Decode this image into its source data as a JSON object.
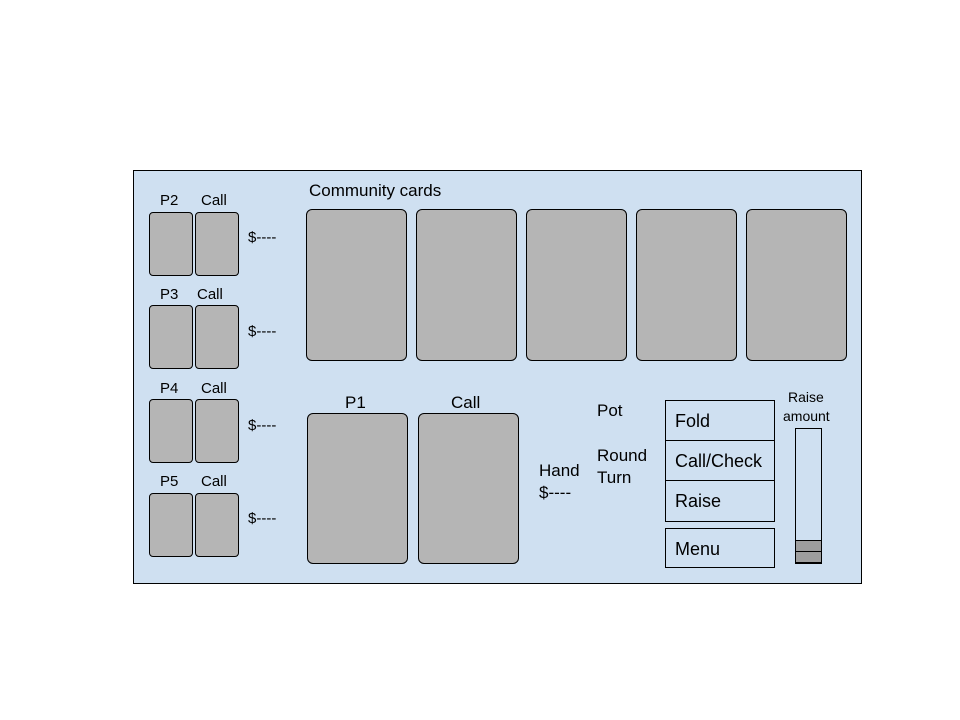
{
  "opponents": [
    {
      "name": "P2",
      "action": "Call",
      "money": "$----"
    },
    {
      "name": "P3",
      "action": "Call",
      "money": "$----"
    },
    {
      "name": "P4",
      "action": "Call",
      "money": "$----"
    },
    {
      "name": "P5",
      "action": "Call",
      "money": "$----"
    }
  ],
  "community": {
    "label": "Community cards"
  },
  "player": {
    "name": "P1",
    "action": "Call",
    "hand_label": "Hand",
    "money": "$----"
  },
  "info": {
    "pot": "Pot",
    "round": "Round",
    "turn": "Turn"
  },
  "actions": {
    "fold": "Fold",
    "call_check": "Call/Check",
    "raise": "Raise",
    "menu": "Menu"
  },
  "raise_slider": {
    "label_line1": "Raise",
    "label_line2": "amount"
  }
}
